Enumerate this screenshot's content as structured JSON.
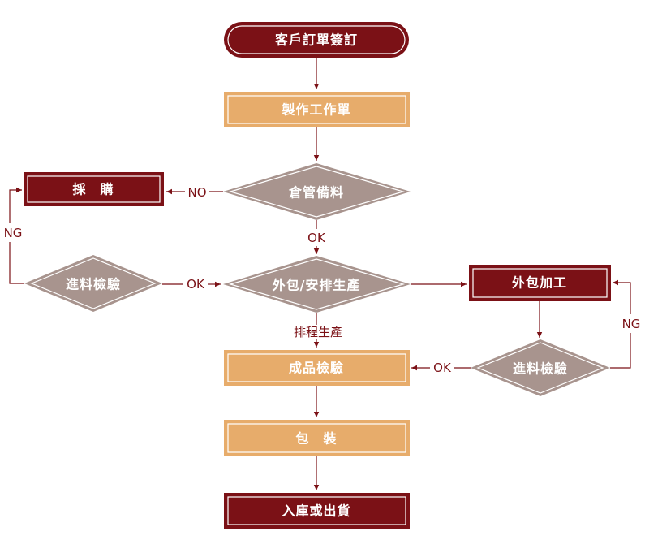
{
  "colors": {
    "dark_red": "#7b1116",
    "tan": "#e7ac6b",
    "gray_brown": "#a8948e",
    "line": "#7b1116",
    "inner_border": "#ffffff"
  },
  "nodes": {
    "start": "客戶訂單簽訂",
    "work_order": "製作工作單",
    "warehouse": "倉管備料",
    "purchase": "採　購",
    "incoming_left": "進料檢驗",
    "outsource_schedule": "外包/安排生產",
    "outsource_process": "外包加工",
    "incoming_right": "進料檢驗",
    "product_inspection": "成品檢驗",
    "packaging": "包　裝",
    "end": "入庫或出貨"
  },
  "edges": {
    "no": "NO",
    "ok_warehouse": "OK",
    "ng_left": "NG",
    "ok_left": "OK",
    "schedule": "排程生產",
    "ng_right": "NG",
    "ok_right": "OK"
  }
}
